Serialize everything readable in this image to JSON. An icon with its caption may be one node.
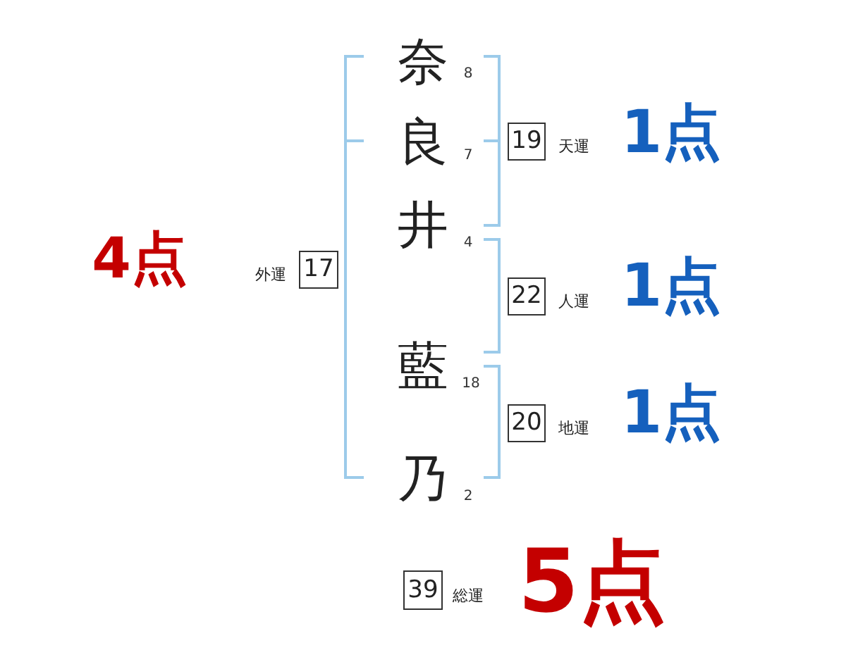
{
  "diagram": {
    "nodes": [
      {
        "text": [
          "19"
        ],
        "beside": [
          "天運"
        ]
      },
      {
        "text": [
          "17"
        ],
        "beside": [
          "外運"
        ]
      },
      {
        "text": [
          "22"
        ],
        "beside": [
          "人運"
        ]
      },
      {
        "text": [
          "20"
        ],
        "beside": [
          "地運"
        ]
      },
      {
        "text": [
          "39"
        ],
        "beside": [
          "総運"
        ]
      }
    ],
    "labels": [
      "奈",
      "8",
      "良",
      "7",
      "1点",
      "井",
      "4",
      "4点",
      "1点",
      "藍",
      "18",
      "1点",
      "乃",
      "2",
      "5点"
    ]
  }
}
